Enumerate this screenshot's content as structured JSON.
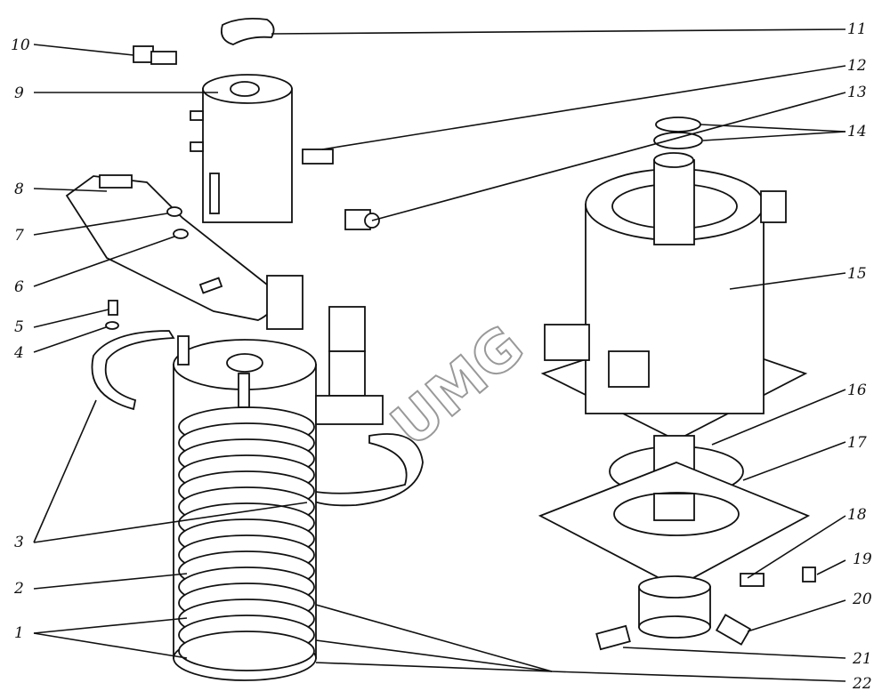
{
  "diagram": {
    "type": "exploded-assembly-drawing",
    "watermark": "UMG",
    "callouts": [
      {
        "number": "1"
      },
      {
        "number": "2"
      },
      {
        "number": "3"
      },
      {
        "number": "4"
      },
      {
        "number": "5"
      },
      {
        "number": "6"
      },
      {
        "number": "7"
      },
      {
        "number": "8"
      },
      {
        "number": "9"
      },
      {
        "number": "10"
      },
      {
        "number": "11"
      },
      {
        "number": "12"
      },
      {
        "number": "13"
      },
      {
        "number": "14"
      },
      {
        "number": "15"
      },
      {
        "number": "16"
      },
      {
        "number": "17"
      },
      {
        "number": "18"
      },
      {
        "number": "19"
      },
      {
        "number": "20"
      },
      {
        "number": "21"
      },
      {
        "number": "22"
      }
    ]
  }
}
